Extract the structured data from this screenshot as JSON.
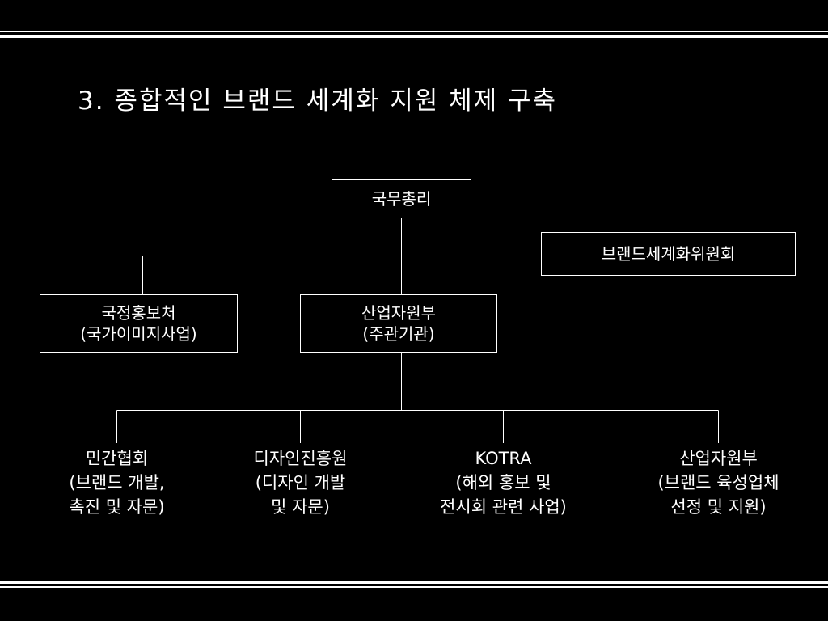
{
  "slide": {
    "title": "3. 종합적인 브랜드 세계화 지원 체제 구축"
  },
  "org_chart": {
    "top": {
      "label": "국무총리"
    },
    "committee": {
      "label": "브랜드세계화위원회"
    },
    "left_agency": {
      "line1": "국정홍보처",
      "line2": "(국가이미지사업)"
    },
    "lead_agency": {
      "line1": "산업자원부",
      "line2": "(주관기관)"
    },
    "branches": [
      {
        "line1": "민간협회",
        "line2": "(브랜드 개발,",
        "line3": "촉진 및 자문)"
      },
      {
        "line1": "디자인진흥원",
        "line2": "(디자인 개발",
        "line3": "및 자문)"
      },
      {
        "line1": "KOTRA",
        "line2": "(해외 홍보 및",
        "line3": "전시회 관련 사업)"
      },
      {
        "line1": "산업자원부",
        "line2": "(브랜드 육성업체",
        "line3": "선정 및 지원)"
      }
    ]
  }
}
